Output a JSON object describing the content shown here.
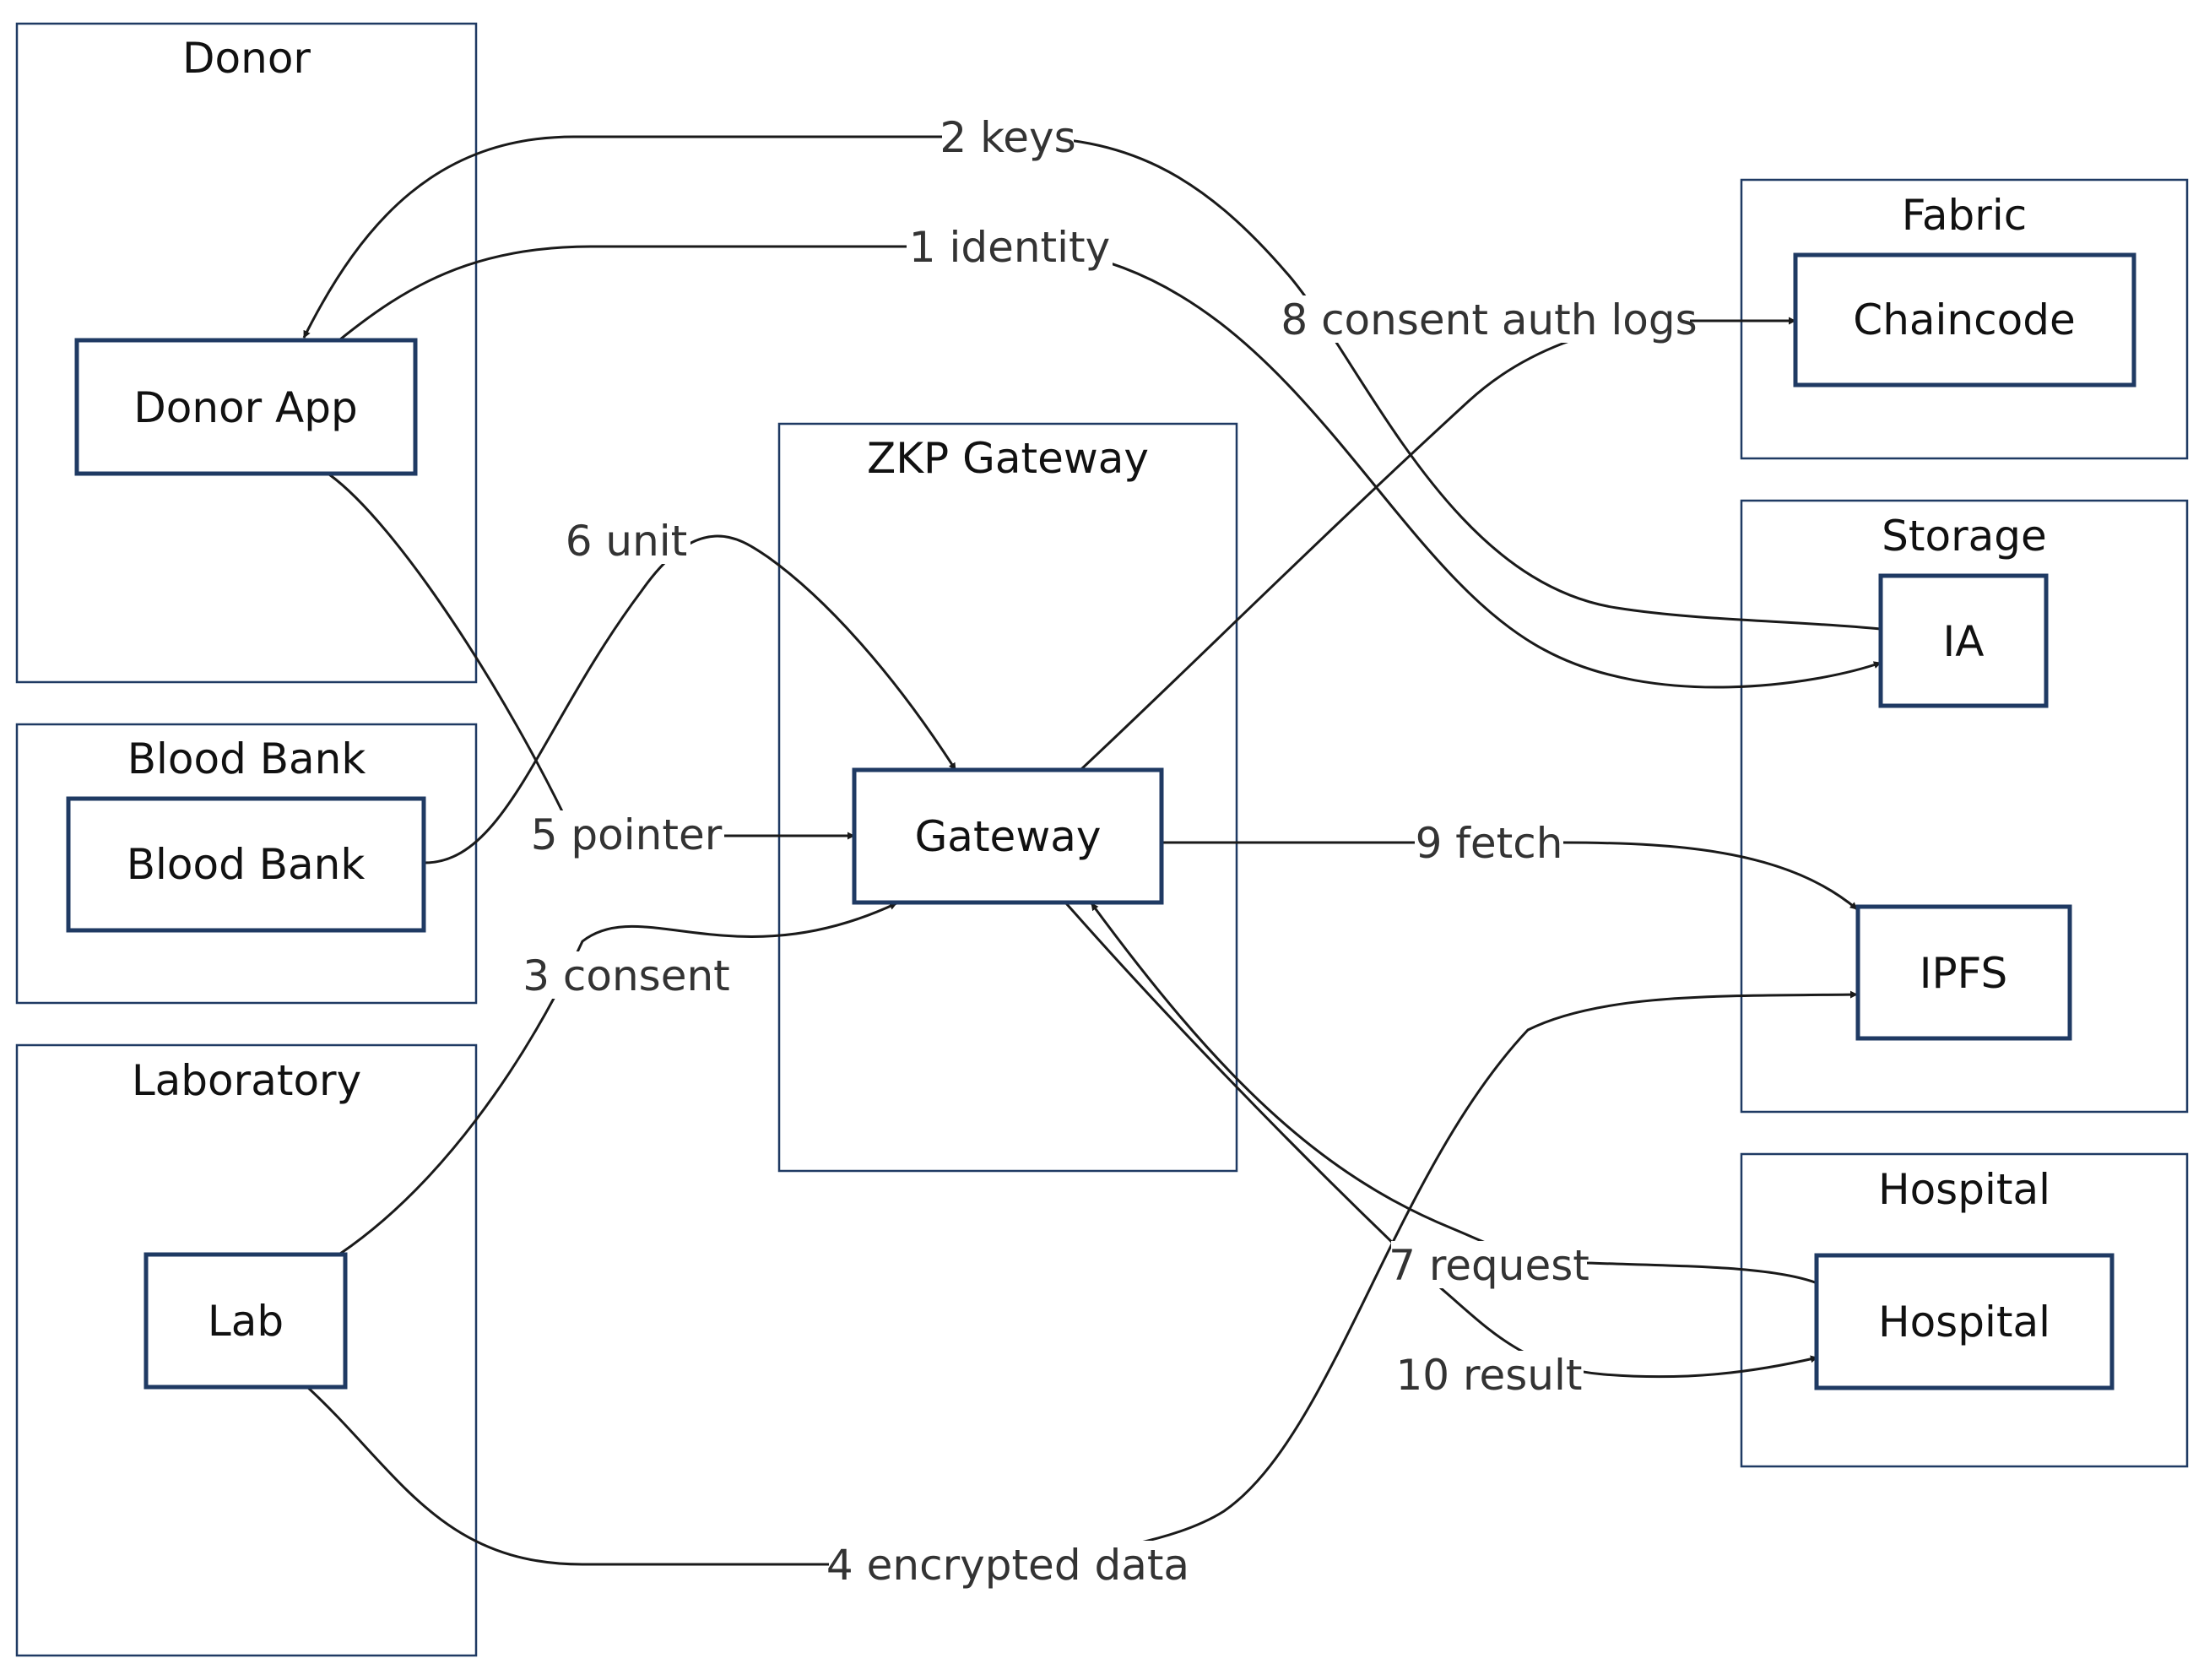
{
  "clusters": {
    "donor": "Donor",
    "blood_bank": "Blood Bank",
    "laboratory": "Laboratory",
    "zkp_gateway": "ZKP Gateway",
    "fabric": "Fabric",
    "storage": "Storage",
    "hospital": "Hospital"
  },
  "nodes": {
    "donor_app": "Donor App",
    "blood_bank": "Blood Bank",
    "lab": "Lab",
    "gateway": "Gateway",
    "chaincode": "Chaincode",
    "ia": "IA",
    "ipfs": "IPFS",
    "hospital": "Hospital"
  },
  "edges": {
    "e1": "1 identity",
    "e2": "2 keys",
    "e3": "3 consent",
    "e4": "4 encrypted data",
    "e5": "5 pointer",
    "e6": "6 unit",
    "e7": "7 request",
    "e8": "8 consent auth logs",
    "e9": "9 fetch",
    "e10": "10 result"
  }
}
